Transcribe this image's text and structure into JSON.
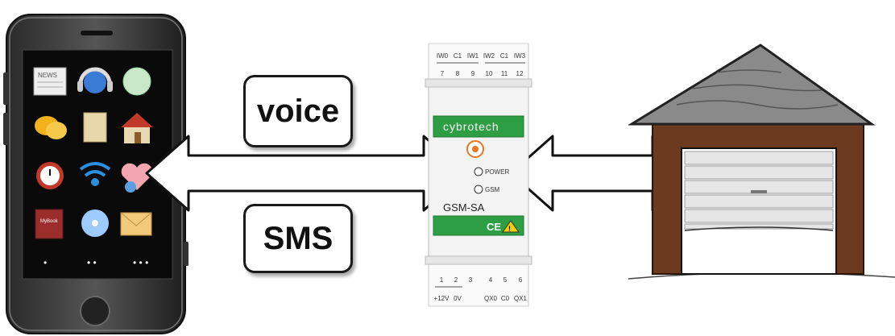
{
  "bubbles": {
    "voice": "voice",
    "sms": "SMS"
  },
  "module": {
    "brand": "cybrotech",
    "model": "GSM-SA",
    "led_power": "POWER",
    "led_gsm": "GSM",
    "ce_mark": "CE",
    "top_labels": [
      "IW0",
      "C1",
      "IW1",
      "IW2",
      "C1",
      "IW3"
    ],
    "top_numbers": [
      "7",
      "8",
      "9",
      "10",
      "11",
      "12"
    ],
    "bottom_numbers": [
      "1",
      "2",
      "3",
      "4",
      "5",
      "6"
    ],
    "bottom_labels": [
      "+12V",
      "0V",
      "QX0",
      "C0",
      "QX1"
    ]
  },
  "phone": {
    "app_icons": [
      "news-icon",
      "headphones-globe-icon",
      "orb-icon",
      "chat-bubbles-icon",
      "folder-icon",
      "home-icon",
      "stopwatch-icon",
      "wifi-icon",
      "health-heart-icon",
      "notebook-icon",
      "disc-icon",
      "mail-icon"
    ],
    "notebook_label": "MyBook",
    "news_label": "NEWS",
    "page_dots": [
      "•",
      "• •",
      "• • •"
    ]
  },
  "colors": {
    "module_green": "#2e9e44",
    "garage_wall": "#6b3a1f",
    "roof": "#8a8a8a",
    "door": "#e6e6e6"
  }
}
